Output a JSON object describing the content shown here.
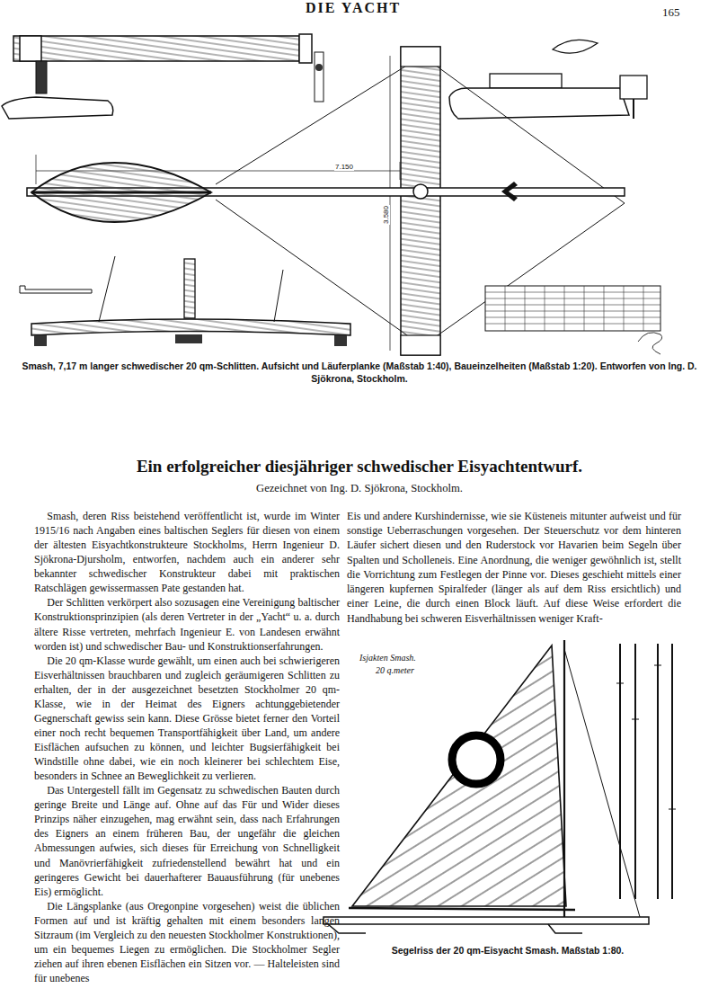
{
  "diagram": {
    "title": "Ein erfolgreicher diesjähriger schwedischer Eisyachtentwurf.",
    "caption": "Smash, 7,17 m langer schwedischer 20 qm-Schlitten. Aufsicht und Läuferplanke (Maßstab 1:40), Baueinzelheiten (Maßstab 1:20). Entworfen von Ing. D. Sjökrona, Stockholm.",
    "labels": [
      "DIE YACHT",
      "165",
      "7.150",
      "3.580",
      "Gezeichnet von Ing. D. Sjökrona, Stockholm.",
      "Smash, deren Riss beistehend veröffentlicht ist, wurde im Winter 1915/16 nach Angaben eines baltischen Seglers für diesen von einem der ältesten Eisyachtkonstrukteure Stockholms, Herrn Ingenieur D. Sjökrona-Djursholm, entworfen, nachdem auch ein anderer sehr bekannter schwedischer Konstrukteur dabei mit praktischen Ratschlägen gewissermassen Pate gestanden hat.",
      "Der Schlitten verkörpert also sozusagen eine Vereinigung baltischer Konstruktionsprinzipien (als deren Vertreter in der „Yacht“ u. a. durch ältere Risse vertreten, mehrfach Ingenieur E. von Landesen erwähnt worden ist) und schwedischer Bau- und Konstruktionserfahrungen.",
      "Die 20 qm-Klasse wurde gewählt, um einen auch bei schwierigeren Eisverhältnissen brauchbaren und zugleich geräumigeren Schlitten zu erhalten, der in der ausgezeichnet besetzten Stockholmer 20 qm-Klasse, wie in der Heimat des Eigners achtunggebietender Gegnerschaft gewiss sein kann. Diese Grösse bietet ferner den Vorteil einer noch recht bequemen Transportfähigkeit über Land, um andere Eisflächen aufsuchen zu können, und leichter Bugsierfähigkeit bei Windstille ohne dabei, wie ein noch kleinerer bei schlechtem Eise, besonders in Schnee an Beweglichkeit zu verlieren.",
      "Das Untergestell fällt im Gegensatz zu schwedischen Bauten durch geringe Breite und Länge auf. Ohne auf das Für und Wider dieses Prinzips näher einzugehen, mag erwähnt sein, dass nach Erfahrungen des Eigners an einem früheren Bau, der ungefähr die gleichen Abmessungen aufwies, sich dieses für Erreichung von Schnelligkeit und Manövrierfähigkeit zufriedenstellend bewährt hat und ein geringeres Gewicht bei dauerhafterer Bauausführung (für unebenes Eis) ermöglicht.",
      "Die Längsplanke (aus Oregonpine vorgesehen) weist die üblichen Formen auf und ist kräftig gehalten mit einem besonders langen Sitzraum (im Vergleich zu den neuesten Stockholmer Konstruktionen), um ein bequemes Liegen zu ermöglichen. Die Stockholmer Segler ziehen auf ihren ebenen Eisflächen ein Sitzen vor. — Halteleisten sind für unebenes",
      "Eis und andere Kurshindernisse, wie sie Küsteneis mitunter aufweist und für sonstige Ueberraschungen vorgesehen. Der Steuerschutz vor dem hinteren Läufer sichert diesen und den Ruderstock vor Havarien beim Segeln über Spalten und Scholleneis. Eine Anordnung, die weniger gewöhnlich ist, stellt die Vorrichtung zum Festlegen der Pinne vor. Dieses geschieht mittels einer längeren kupfernen Spiralfeder (länger als auf dem Riss ersichtlich) und einer Leine, die durch einen Block läuft. Auf diese Weise erfordert die Handhabung bei schweren Eisverhältnissen weniger Kraft-",
      "Isjakten Smash.",
      "20 q.meter",
      "Segelriss der 20 qm-Eisyacht Smash. Maßstab 1:80."
    ]
  }
}
